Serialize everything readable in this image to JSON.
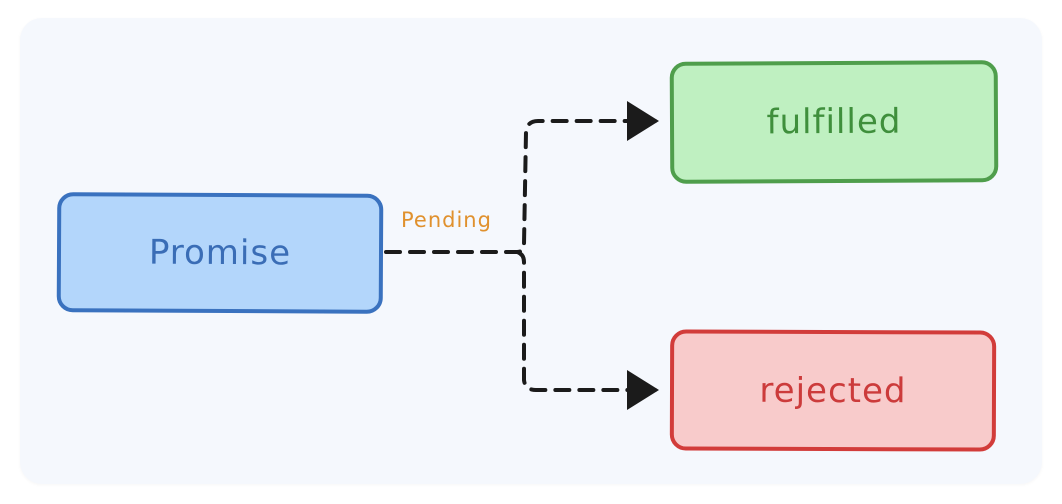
{
  "diagram": {
    "nodes": {
      "promise": {
        "label": "Promise",
        "fill": "#b3d6fb",
        "stroke": "#3a72bf",
        "text": "#3a6db6"
      },
      "fulfilled": {
        "label": "fulfilled",
        "fill": "#bff0c1",
        "stroke": "#4f9e4c",
        "text": "#3f8f3c"
      },
      "rejected": {
        "label": "rejected",
        "fill": "#f8cbcb",
        "stroke": "#d23c3a",
        "text": "#cc3b3b"
      }
    },
    "edge_label": {
      "text": "Pending",
      "color": "#e0912e"
    },
    "connector_color": "#1b1b1b",
    "canvas_background": "#f5f8fd"
  }
}
